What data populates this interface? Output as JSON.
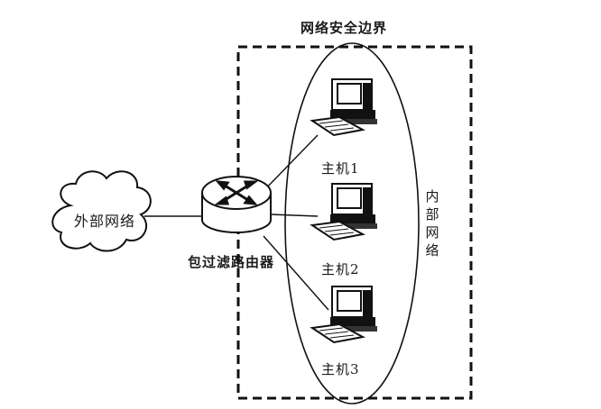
{
  "diagram": {
    "boundary_title": "网络安全边界",
    "external_network_label": "外部网络",
    "router_label": "包过滤路由器",
    "hosts": [
      {
        "label": "主机1"
      },
      {
        "label": "主机2"
      },
      {
        "label": "主机3"
      }
    ],
    "internal_network_label": "内部网络"
  }
}
